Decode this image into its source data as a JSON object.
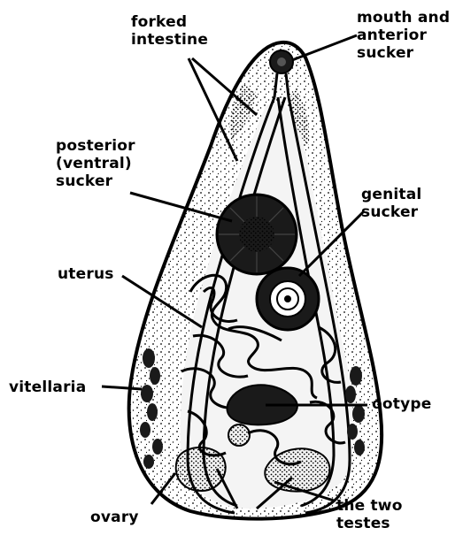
{
  "labels": {
    "forked_intestine": "forked\nintestine",
    "mouth_anterior_sucker": "mouth and\nanterior\nsucker",
    "posterior_ventral_sucker": "posterior\n(ventral)\nsucker",
    "genital_sucker": "genital\nsucker",
    "uterus": "uterus",
    "vitellaria": "vitellaria",
    "ootype": "ootype",
    "ovary": "ovary",
    "two_testes": "the two\ntestes"
  },
  "colors": {
    "ink": "#000000",
    "background": "#ffffff",
    "body_fill": "#f4f4f4",
    "organ_dark": "#1a1a1a"
  }
}
